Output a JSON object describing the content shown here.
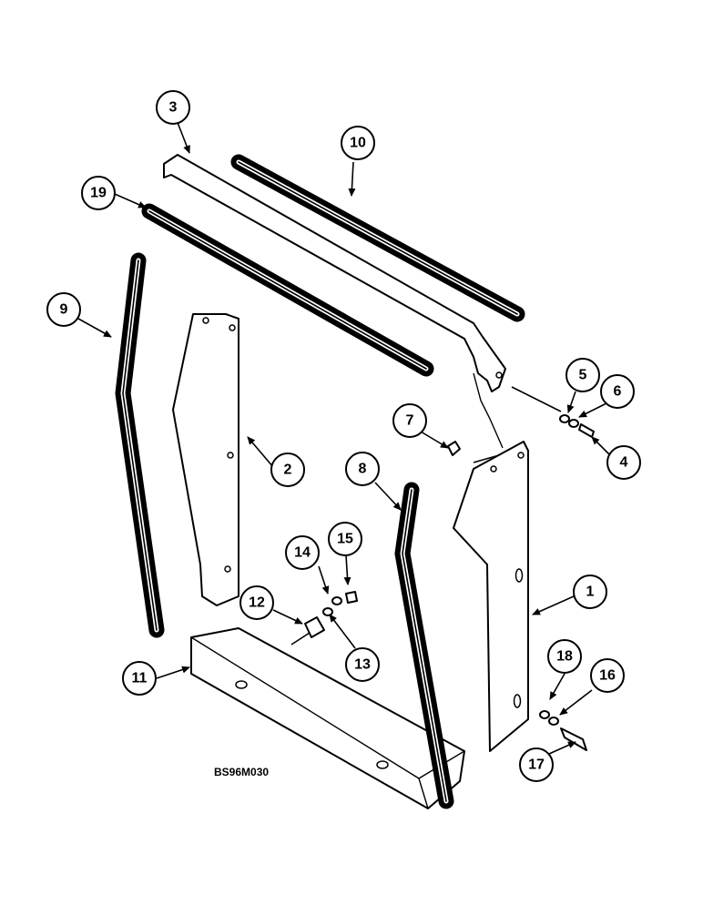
{
  "drawing_id": "BS96M030",
  "callouts": [
    "1",
    "2",
    "3",
    "4",
    "5",
    "6",
    "7",
    "8",
    "9",
    "10",
    "11",
    "12",
    "13",
    "14",
    "15",
    "16",
    "17",
    "18",
    "19"
  ]
}
